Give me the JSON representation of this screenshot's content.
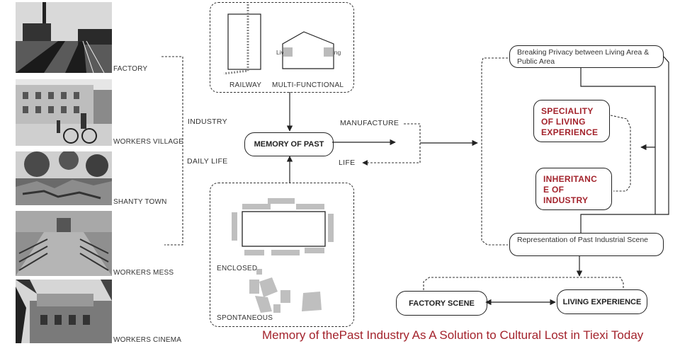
{
  "photos": [
    {
      "caption": "FACTORY"
    },
    {
      "caption": "WORKERS VILLAGE"
    },
    {
      "caption": "SHANTY TOWN"
    },
    {
      "caption": "WORKERS MESS"
    },
    {
      "caption": "WORKERS CINEMA"
    }
  ],
  "top_box": {
    "railway": "RAILWAY",
    "multi": "MULTI-FUNCTIONAL",
    "living_left": "Living",
    "living_right": "Living"
  },
  "bottom_box": {
    "enclosed": "ENCLOSED",
    "spontaneous": "SPONTANEOUS"
  },
  "labels": {
    "industry": "INDUSTRY",
    "daily_life": "DAILY LIFE",
    "manufacture": "MANUFACTURE",
    "life": "LIFE"
  },
  "center": "MEMORY OF PAST",
  "right": {
    "breaking": "Breaking Privacy between Living Area & Public Area",
    "speciality": "SPECIALITY OF LIVING EXPERIENCE",
    "inheritance": "INHERITANC E OF INDUSTRY",
    "representation": "Representation of Past Industrial Scene",
    "factory_scene": "FACTORY SCENE",
    "living_experience": "LIVING EXPERIENCE"
  },
  "footer": "Memory of thePast Industry As A Solution to Cultural Lost in Tiexi Today",
  "colors": {
    "accent_red": "#a3232c",
    "line": "#222222"
  }
}
